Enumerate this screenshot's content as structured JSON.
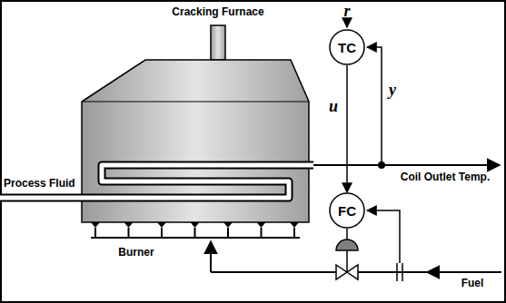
{
  "diagram": {
    "nodes": [
      {
        "text": [
          "TC"
        ]
      },
      {
        "text": [
          "FC"
        ]
      }
    ],
    "edges": [
      {
        "from": 0,
        "to": 1,
        "arrow": "to",
        "label": "u"
      }
    ],
    "labels": [
      "Cracking Furnace",
      "r",
      "y",
      "Coil Outlet Temp.",
      "Process Fluid",
      "Burner",
      "Fuel"
    ]
  }
}
